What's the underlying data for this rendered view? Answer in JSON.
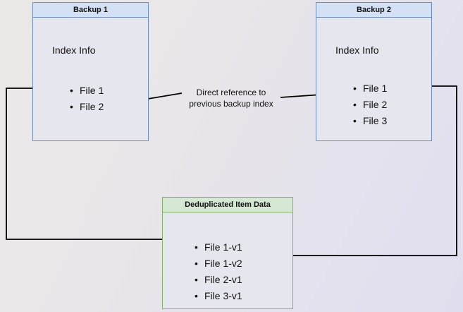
{
  "diagram": {
    "title_hidden": "",
    "background_colors": {
      "left": "#eae8e7",
      "right": "#e1dfef"
    },
    "boxes": [
      {
        "name": "backup-1",
        "header": "Backup 1",
        "border_color": "#6c8ebf",
        "header_fill": "#d4e1f5",
        "body_fill": "#e6e6ee",
        "section_title": "Index Info",
        "items": [
          "File 1",
          "File 2"
        ]
      },
      {
        "name": "backup-2",
        "header": "Backup 2",
        "border_color": "#6c8ebf",
        "header_fill": "#d4e1f5",
        "body_fill": "#e6e6ee",
        "section_title": "Index Info",
        "items": [
          "File 1",
          "File 2",
          "File 3"
        ]
      },
      {
        "name": "deduplicated-item-data",
        "header": "Deduplicated Item Data",
        "border_color": "#82b366",
        "header_fill": "#d5e8d4",
        "body_fill": "#e6e6ee",
        "items": [
          "File 1-v1",
          "File 1-v2",
          "File 2-v1",
          "File 3-v1"
        ]
      }
    ],
    "annotations": {
      "direct_reference_line1": "Direct reference to",
      "direct_reference_line2": "previous backup index"
    },
    "edge_color": "#000000"
  }
}
